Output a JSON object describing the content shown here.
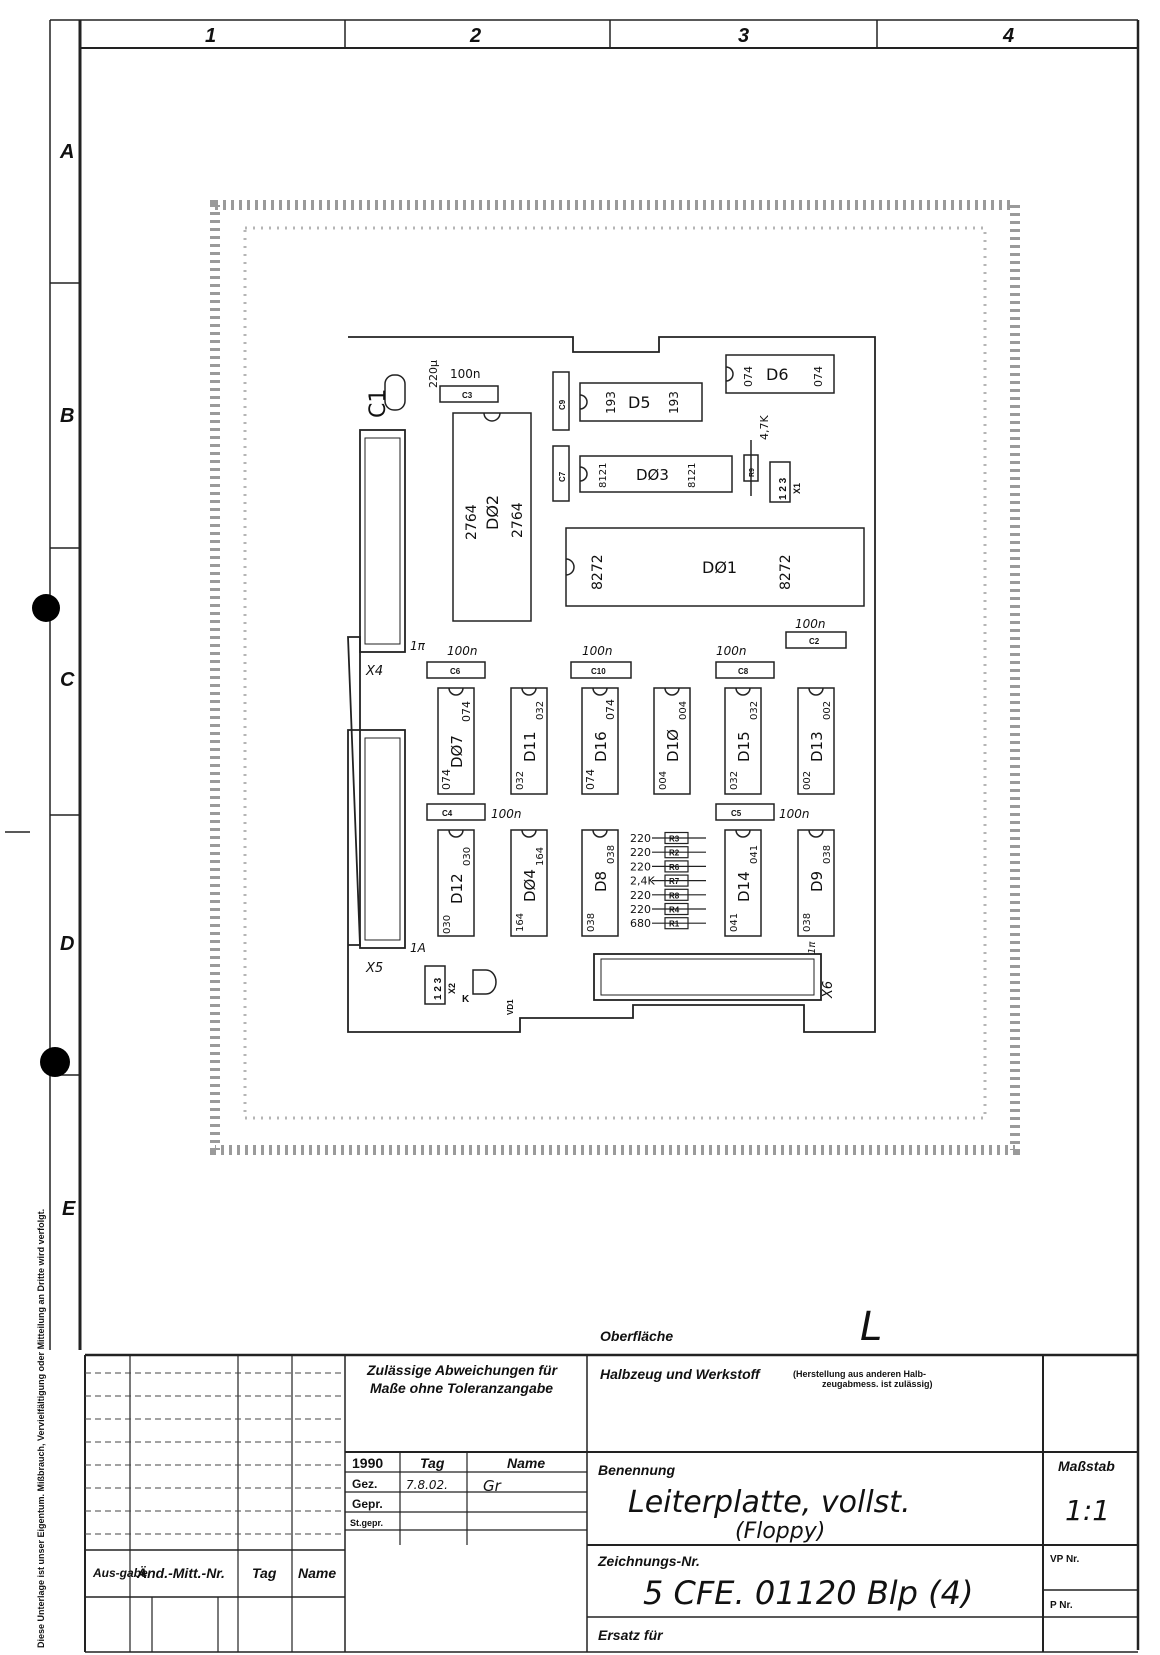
{
  "colors": {
    "ink": "#111111",
    "paper": "#ffffff",
    "smudge": "#9a9a9a",
    "mark": "#000000"
  },
  "grid": {
    "columns": [
      "1",
      "2",
      "3",
      "4"
    ],
    "rows": [
      "A",
      "B",
      "C",
      "D",
      "E"
    ]
  },
  "side_note": "Diese Unterlage ist unser Eigentum. Mißbrauch, Vervielfältigung oder Mitteilung an Dritte wird verfolgt.",
  "board": {
    "connectors": {
      "x4": "X4",
      "x4_pin": "1π",
      "x5": "X5",
      "x5_pin": "1A",
      "x6": "X6",
      "x6_pin": "1π",
      "x1": "X1",
      "x1_pins": "1 2 3",
      "x2": "X2",
      "x2_pins": "1 2 3"
    },
    "capacitors": {
      "c1": "C1",
      "c1_val": "220μ",
      "c3": "C3",
      "c3_val": "100n",
      "c9": "C9",
      "c7": "C7",
      "c2": "C2",
      "c2_val": "100n",
      "c6": "C6",
      "c6_val": "100n",
      "c10": "C10",
      "c10_val": "100n",
      "c8": "C8",
      "c8_val": "100n",
      "c4": "C4",
      "c4_val": "100n",
      "c5": "C5",
      "c5_val": "100n"
    },
    "ics": {
      "d5": "D5",
      "d5_a": "193",
      "d5_b": "193",
      "d6": "D6",
      "d6_a": "074",
      "d6_b": "074",
      "d03": "DØ3",
      "d03_a": "8121",
      "d03_b": "8121",
      "d02": "DØ2",
      "d02_a": "2764",
      "d02_b": "2764",
      "d01": "DØ1",
      "d01_a": "8272",
      "d01_b": "8272",
      "d07": "DØ7",
      "d07_a": "074",
      "d07_b": "074",
      "d11": "D11",
      "d11_a": "032",
      "d11_b": "032",
      "d16": "D16",
      "d16_a": "074",
      "d16_b": "074",
      "d10": "D1Ø",
      "d10_a": "004",
      "d10_b": "004",
      "d15": "D15",
      "d15_a": "032",
      "d15_b": "032",
      "d13": "D13",
      "d13_a": "002",
      "d13_b": "002",
      "d12": "D12",
      "d12_a": "030",
      "d12_b": "030",
      "d04": "DØ4",
      "d04_a": "164",
      "d04_b": "164",
      "d8": "D8",
      "d8_a": "038",
      "d8_b": "038",
      "d14": "D14",
      "d14_a": "041",
      "d14_b": "041",
      "d9": "D9",
      "d9_a": "038",
      "d9_b": "038"
    },
    "resistors": {
      "r9": "R9",
      "r9_val": "4,7K",
      "list": [
        {
          "name": "R3",
          "value": "220"
        },
        {
          "name": "R2",
          "value": "220"
        },
        {
          "name": "R6",
          "value": "220"
        },
        {
          "name": "R7",
          "value": "2,4K"
        },
        {
          "name": "R8",
          "value": "220"
        },
        {
          "name": "R4",
          "value": "220"
        },
        {
          "name": "R1",
          "value": "680"
        }
      ]
    },
    "diode": {
      "name": "VD1",
      "k": "K"
    }
  },
  "surface": {
    "label": "Oberfläche",
    "value": "L"
  },
  "title_block": {
    "tolerance_1": "Zulässige Abweichungen für",
    "tolerance_2": "Maße ohne Toleranzangabe",
    "material": "Halbzeug und Werkstoff",
    "material_note_1": "(Herstellung aus anderen Halb-",
    "material_note_2": "zeugabmess. ist zulässig)",
    "year": "1990",
    "tag": "Tag",
    "name": "Name",
    "gez": "Gez.",
    "gez_date": "7.8.02.",
    "gez_name": "Gr",
    "gepr": "Gepr.",
    "st_gepr": "St.gepr.",
    "benennung": "Benennung",
    "title_line1": "Leiterplatte, vollst.",
    "title_line2": "(Floppy)",
    "massstab": "Maßstab",
    "scale": "1:1",
    "zeichnungs_nr": "Zeichnungs-Nr.",
    "drawing_no": "5 CFE. 01120  Blp (4)",
    "vp_nr": "VP Nr.",
    "p_nr": "P Nr.",
    "ersatz": "Ersatz für",
    "ausgabe": "Aus-gabe",
    "aend_mitt": "Änd.-Mitt.-Nr.",
    "rev_tag": "Tag",
    "rev_name": "Name"
  }
}
